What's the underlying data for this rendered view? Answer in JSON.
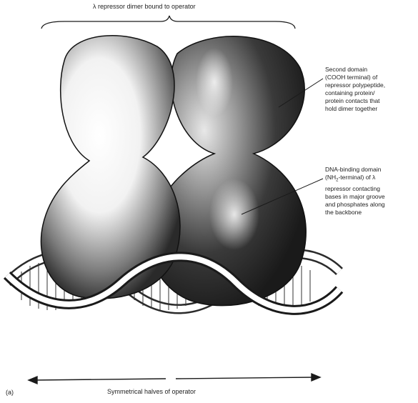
{
  "title": "λ repressor dimer bound to operator",
  "bottom_label": "Symmetrical halves of operator",
  "panel_label": "(a)",
  "second_domain_label": [
    "Second domain",
    "(COOH terminal) of",
    "repressor polypeptide,",
    "containing protein/",
    "protein contacts that",
    "hold dimer together"
  ],
  "dna_domain_label": {
    "line1": "DNA-binding domain",
    "line2_pre": "(NH",
    "line2_sub": "2",
    "line2_post": "-terminal) of λ",
    "rest": [
      "repressor contacting",
      "bases in major groove",
      "and phosphates along",
      "the backbone"
    ]
  },
  "colors": {
    "ink": "#1a1a1a",
    "shade": "#2b2b2b",
    "paper": "#ffffff"
  }
}
